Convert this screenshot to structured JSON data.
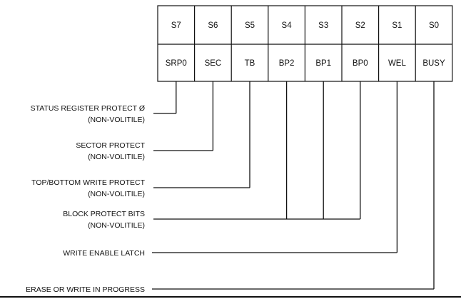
{
  "register": {
    "status_bits": [
      "S7",
      "S6",
      "S5",
      "S4",
      "S3",
      "S2",
      "S1",
      "S0"
    ],
    "bit_names": [
      "SRP0",
      "SEC",
      "TB",
      "BP2",
      "BP1",
      "BP0",
      "WEL",
      "BUSY"
    ]
  },
  "descriptions": [
    {
      "line1": "STATUS REGISTER PROTECT Ø",
      "line2": "(NON-VOLITILE)",
      "bits": [
        "SRP0"
      ]
    },
    {
      "line1": "SECTOR PROTECT",
      "line2": "(NON-VOLITILE)",
      "bits": [
        "SEC"
      ]
    },
    {
      "line1": "TOP/BOTTOM WRITE PROTECT",
      "line2": "(NON-VOLITILE)",
      "bits": [
        "TB"
      ]
    },
    {
      "line1": "BLOCK PROTECT BITS",
      "line2": "(NON-VOLITILE)",
      "bits": [
        "BP2",
        "BP1",
        "BP0"
      ]
    },
    {
      "line1": "WRITE ENABLE LATCH",
      "line2": "",
      "bits": [
        "WEL"
      ]
    },
    {
      "line1": "ERASE OR WRITE IN PROGRESS",
      "line2": "",
      "bits": [
        "BUSY"
      ]
    }
  ]
}
